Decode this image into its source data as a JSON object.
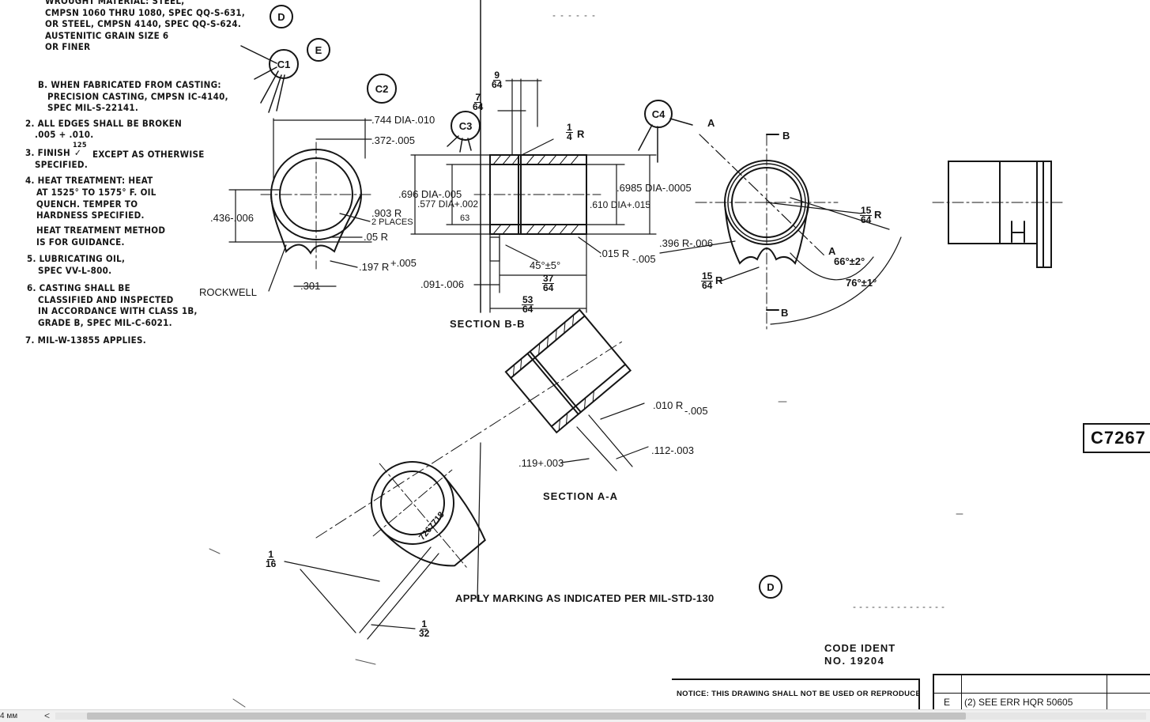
{
  "notes": {
    "a_material": [
      "WROUGHT MATERIAL: STEEL,",
      "CMPSN 1060 THRU 1080, SPEC QQ-S-631,",
      "OR STEEL, CMPSN 4140, SPEC QQ-S-624.",
      "AUSTENITIC GRAIN SIZE 6",
      "OR FINER"
    ],
    "b_casting": [
      "B. WHEN FABRICATED FROM CASTING:",
      "PRECISION CASTING, CMPSN IC-4140,",
      "SPEC MIL-S-22141."
    ],
    "n2": [
      "2. ALL EDGES SHALL BE BROKEN",
      ".005 + .010."
    ],
    "n3_finish_value": "125",
    "n3": [
      "3. FINISH",
      "EXCEPT AS OTHERWISE",
      "SPECIFIED."
    ],
    "n4": [
      "4. HEAT TREATMENT: HEAT",
      "AT 1525° TO 1575° F. OIL",
      "QUENCH. TEMPER TO",
      "HARDNESS SPECIFIED.",
      "HEAT TREATMENT METHOD",
      "IS FOR GUIDANCE."
    ],
    "n5": [
      "5. LUBRICATING OIL,",
      "SPEC VV-L-800."
    ],
    "n6": [
      "6. CASTING SHALL BE",
      "CLASSIFIED AND INSPECTED",
      "IN ACCORDANCE WITH CLASS 1B,",
      "GRADE B, SPEC MIL-C-6021."
    ],
    "n7": "7. MIL-W-13855 APPLIES."
  },
  "callouts": {
    "d_top": "D",
    "e": "E",
    "c1": "C1",
    "c2": "C2",
    "c3": "C3",
    "c4": "C4",
    "d_marking": "D"
  },
  "front_view": {
    "dia_744": ".744 DIA-.010",
    "dim_372": ".372-.005",
    "dim_436": ".436-.006",
    "r_903": ".903 R",
    "places": "2 PLACES",
    "r_05": ".05 R",
    "r_197": ".197 R",
    "r_197_tol": "+.005",
    "dim_301": ".301",
    "rockwell": "ROCKWELL"
  },
  "section_bb": {
    "title": "SECTION B-B",
    "frac_9_64": {
      "n": "9",
      "d": "64"
    },
    "frac_7_64": {
      "n": "7",
      "d": "64"
    },
    "frac_1_4r": {
      "n": "1",
      "d": "4",
      "suffix": "R"
    },
    "dia_696": ".696 DIA-.005",
    "dia_577": ".577 DIA+.002",
    "dim_63": "63",
    "dia_6985": ".6985 DIA-.0005",
    "dia_610": ".610 DIA+.015",
    "angle": "45°±5°",
    "r_015": ".015 R",
    "r_015_tol": "-.005",
    "dim_091": ".091-.006",
    "frac_37_64": {
      "n": "37",
      "d": "64"
    },
    "frac_53_64": {
      "n": "53",
      "d": "64"
    }
  },
  "side_view": {
    "label_a_top": "A",
    "label_b_top": "B",
    "label_a_mid": "A",
    "label_b_bot": "B",
    "frac_15_64r": {
      "n": "15",
      "d": "64",
      "suffix": "R"
    },
    "frac_15_64r_b": {
      "n": "15",
      "d": "64",
      "suffix": "R"
    },
    "r_396": ".396 R-.006",
    "angle_66": "66°±2°",
    "angle_76": "76°±1°"
  },
  "section_aa": {
    "title": "SECTION A-A",
    "r_010": ".010 R",
    "r_010_tol": "-.005",
    "dim_112": ".112-.003",
    "dim_119": ".119+.003"
  },
  "marking_view": {
    "part_number": "7267718",
    "frac_1_16": {
      "n": "1",
      "d": "16"
    },
    "frac_1_32": {
      "n": "1",
      "d": "32"
    },
    "instruction": "APPLY MARKING AS INDICATED PER MIL-STD-130"
  },
  "title_block": {
    "code_ident_label": "CODE IDENT",
    "code_ident_no": "NO. 19204",
    "sheet_id": "C7267",
    "notice": "NOTICE: THIS DRAWING SHALL NOT BE USED OR REPRODUCED EITHER WHOLLY OR IN PART EXCEPT",
    "rev_letter": "E",
    "rev_note": "(2) SEE ERR HQR 50605"
  },
  "viewer": {
    "zoom_text": "4 мм",
    "scroll_left_glyph": "<"
  }
}
